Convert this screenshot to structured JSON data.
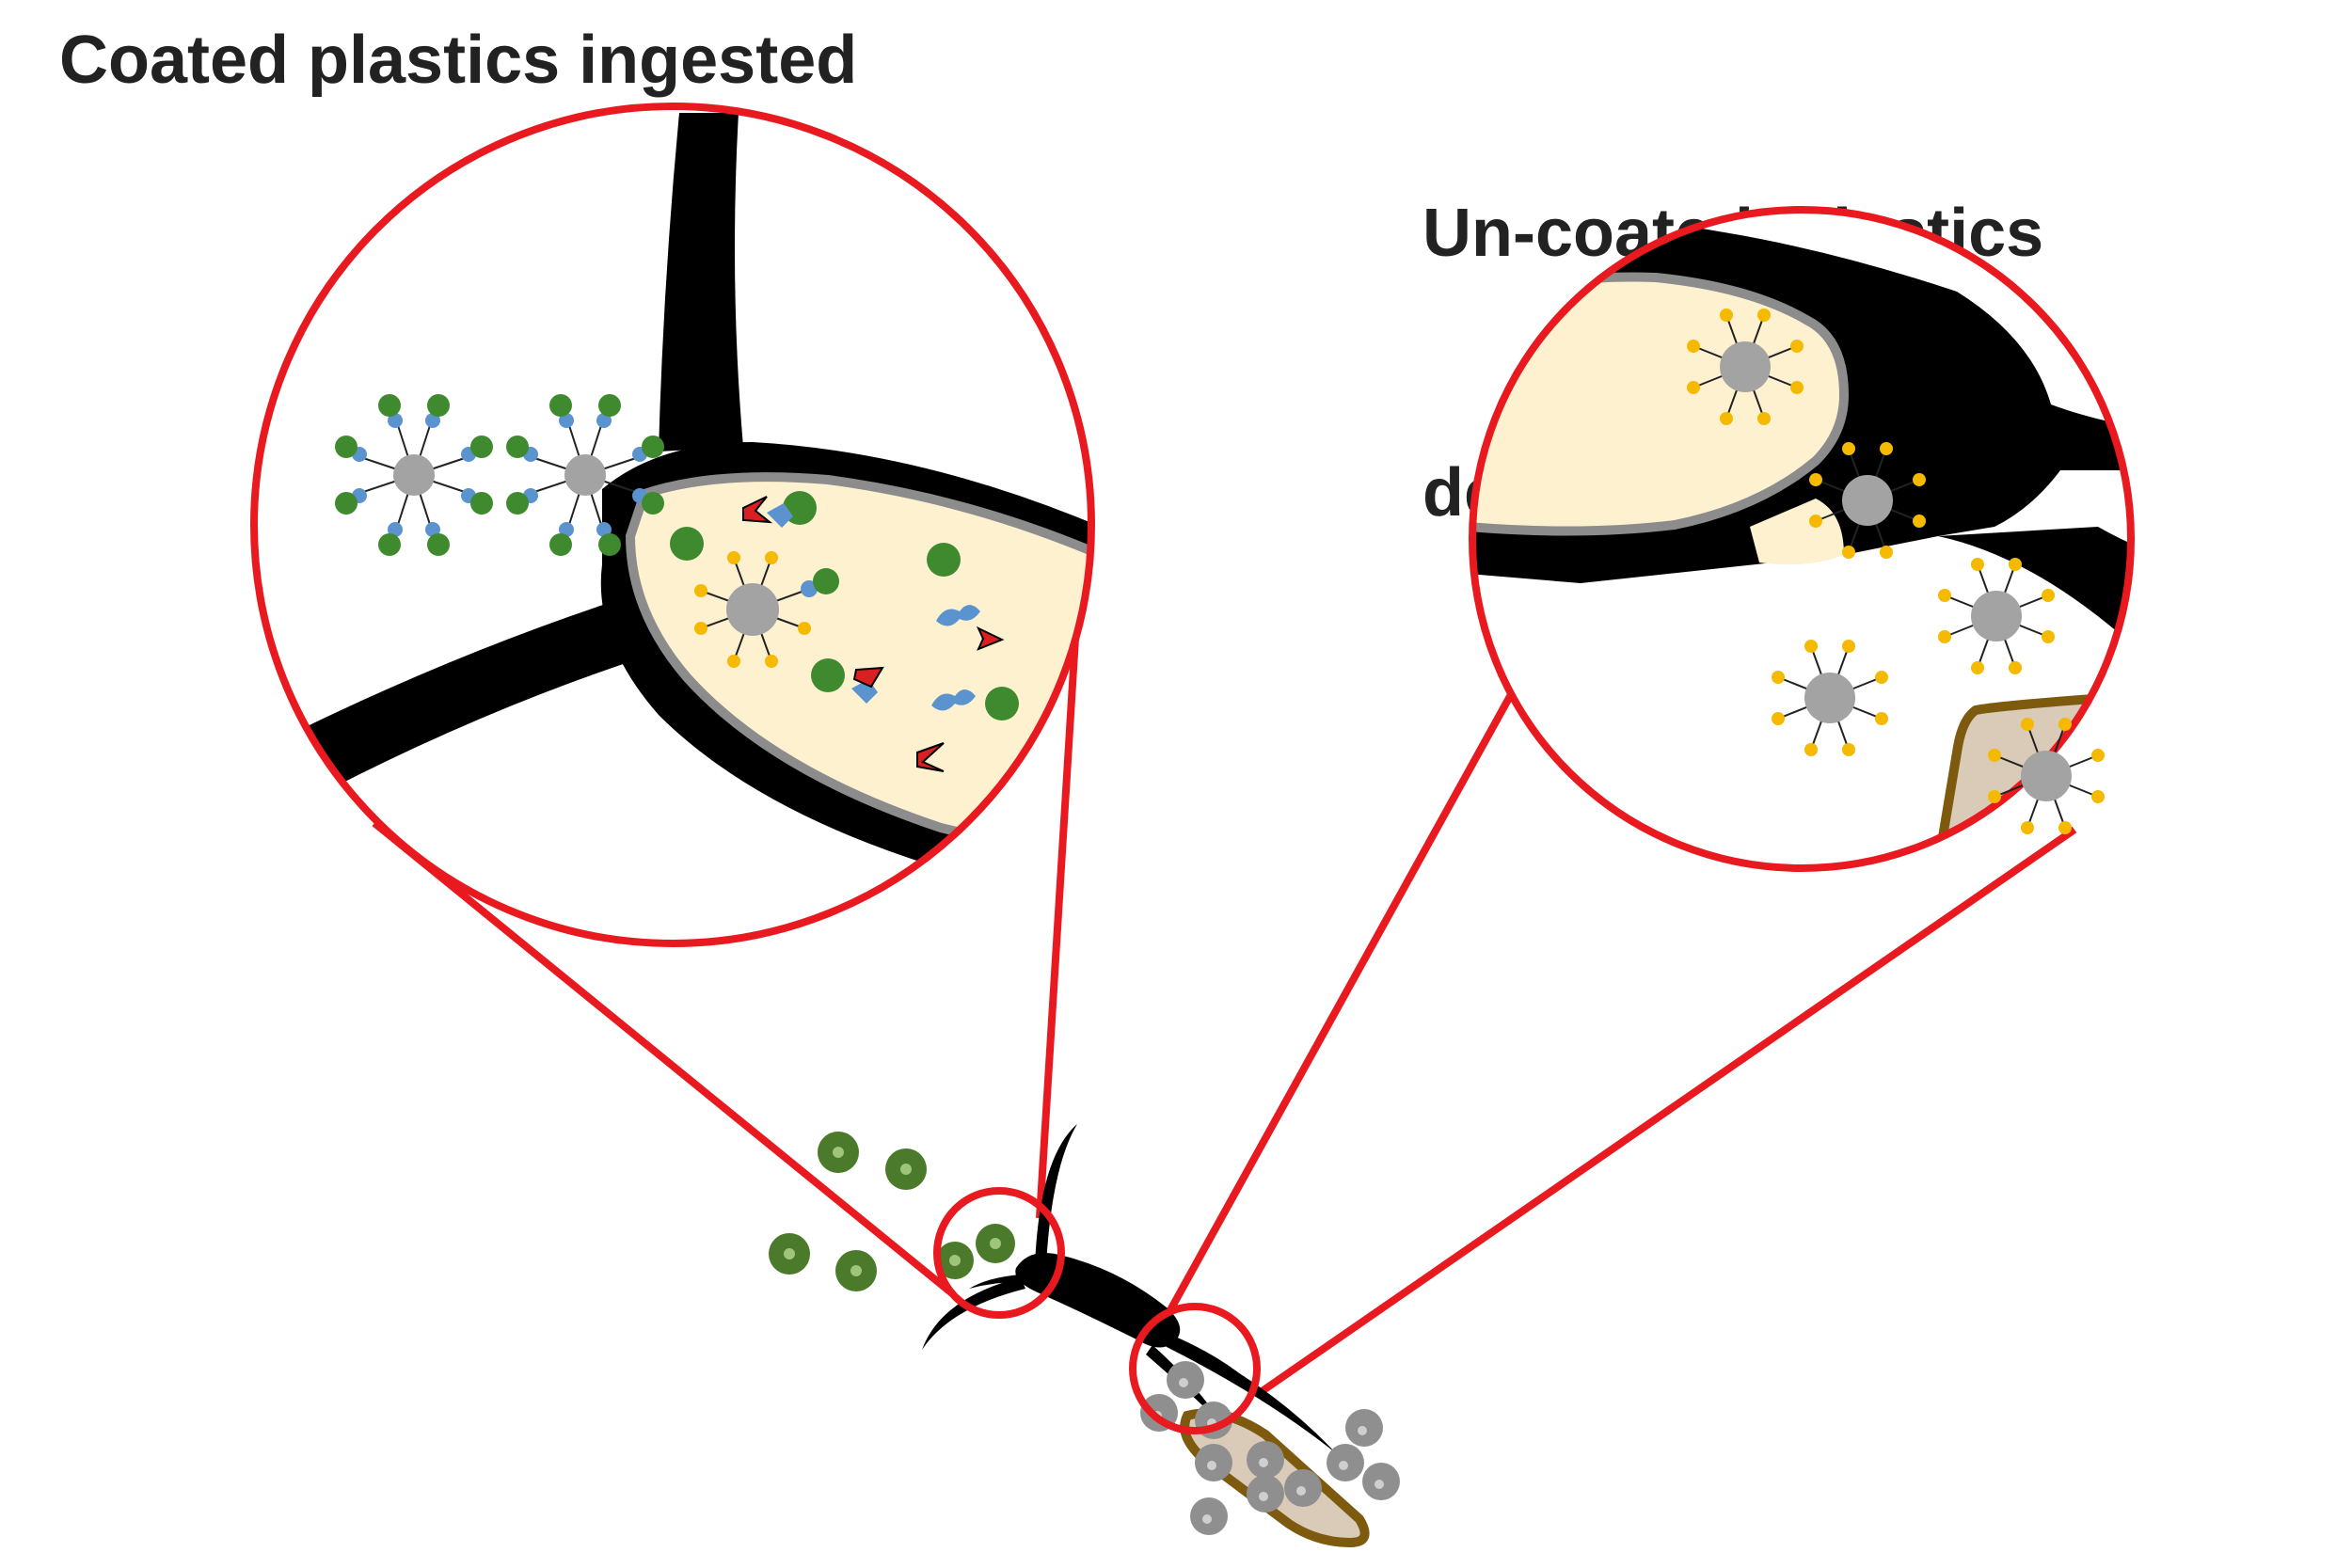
{
  "titles": {
    "left": "Coated plastics ingested",
    "right_line1": "Un-coated  plastics",
    "right_line2": "defecated"
  },
  "colors": {
    "zoom_outline": "#e8191f",
    "gut_wall": "#000000",
    "gut_lumen": "#fdf1d0",
    "lumen_border": "#8c8c8c",
    "microplastic": "#a3a3a3",
    "ligand_tip": "#f5b900",
    "algae": "#4a7a2a",
    "algae_center": "#9ec57a",
    "protein_green": "#3f8a2f",
    "protein_blue": "#5b93cf",
    "enzyme_red": "#d91f1f",
    "fecal_pellet_fill": "#d9cbb8",
    "fecal_pellet_border": "#7d5a0d",
    "defecated_particle": "#8f8f8f"
  },
  "icons": {
    "coated_particle": "coated-microplastic-icon",
    "uncoated_particle": "uncoated-microplastic-icon",
    "algae_cell": "algae-cell-icon",
    "enzyme": "enzyme-chevron-icon",
    "protein": "protein-blob-icon"
  }
}
